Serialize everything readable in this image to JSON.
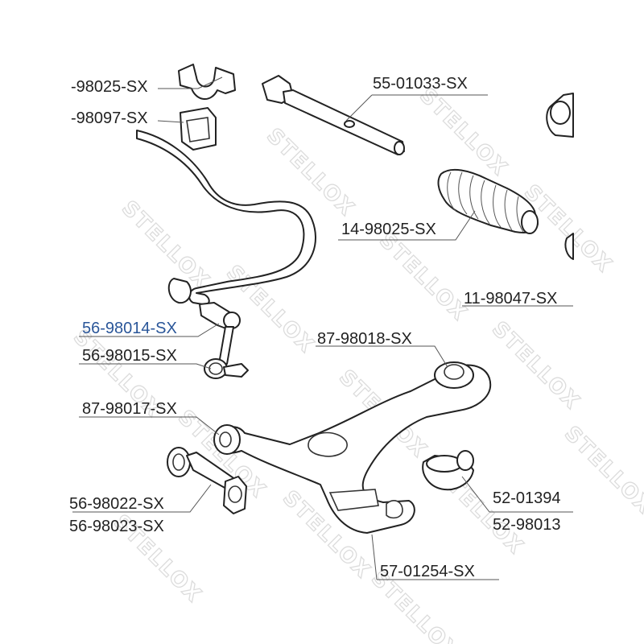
{
  "watermark": "STELLOX",
  "highlight_color": "#2a5699",
  "labels": [
    {
      "key": "98025a",
      "text": "-98025-SX",
      "highlighted": false
    },
    {
      "key": "55-01033",
      "text": "55-01033-SX",
      "highlighted": false
    },
    {
      "key": "98097",
      "text": "-98097-SX",
      "highlighted": false
    },
    {
      "key": "14-98025",
      "text": "14-98025-SX",
      "highlighted": false
    },
    {
      "key": "11-98047",
      "text": "11-98047-SX",
      "highlighted": false
    },
    {
      "key": "56-98014",
      "text": "56-98014-SX",
      "highlighted": true
    },
    {
      "key": "87-98018",
      "text": "87-98018-SX",
      "highlighted": false
    },
    {
      "key": "56-98015",
      "text": "56-98015-SX",
      "highlighted": false
    },
    {
      "key": "87-98017",
      "text": "87-98017-SX",
      "highlighted": false
    },
    {
      "key": "52-01394",
      "text": "52-01394",
      "highlighted": false
    },
    {
      "key": "56-98022",
      "text": "56-98022-SX",
      "highlighted": false
    },
    {
      "key": "52-98013",
      "text": "52-98013",
      "highlighted": false
    },
    {
      "key": "56-98023",
      "text": "56-98023-SX",
      "highlighted": false
    },
    {
      "key": "57-01254",
      "text": "57-01254-SX",
      "highlighted": false
    }
  ]
}
